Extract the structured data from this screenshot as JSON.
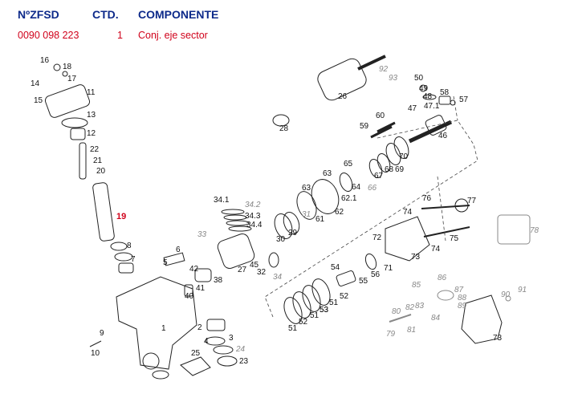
{
  "header": {
    "col_no": "NºZFSD",
    "col_qty": "CTD.",
    "col_component": "COMPONENTE"
  },
  "row": {
    "number": "0090 098 223",
    "qty": "1",
    "component": "Conj. eje sector"
  },
  "colors": {
    "header": "#0d2a8a",
    "highlight": "#d0021b"
  },
  "highlighted_part": "19",
  "labels": [
    "16",
    "18",
    "17",
    "14",
    "15",
    "11",
    "13",
    "12",
    "22",
    "21",
    "20",
    "19",
    "8",
    "7",
    "6",
    "5",
    "42",
    "38",
    "41",
    "40",
    "9",
    "10",
    "1",
    "2",
    "3",
    "4",
    "24",
    "25",
    "23",
    "33",
    "34.1",
    "34.2",
    "34.3",
    "34.4",
    "27",
    "45",
    "32",
    "34",
    "30",
    "29",
    "31",
    "61",
    "62",
    "63",
    "65",
    "64",
    "62.1",
    "66",
    "67",
    "68",
    "69",
    "70",
    "59",
    "60",
    "46",
    "28",
    "26",
    "92",
    "93",
    "50",
    "49",
    "48",
    "47",
    "47.1",
    "58",
    "57",
    "76",
    "77",
    "74",
    "75",
    "72",
    "73",
    "78",
    "54",
    "55",
    "56",
    "71",
    "52",
    "53",
    "51",
    "86",
    "85",
    "87",
    "88",
    "89",
    "90",
    "91",
    "80",
    "82",
    "83",
    "84",
    "81",
    "79"
  ],
  "dim_labels": [
    "92",
    "93",
    "78",
    "86",
    "85",
    "87",
    "88",
    "89",
    "90",
    "91",
    "80",
    "82",
    "83",
    "84",
    "81",
    "79",
    "24",
    "34",
    "34.2",
    "66",
    "31",
    "33"
  ]
}
